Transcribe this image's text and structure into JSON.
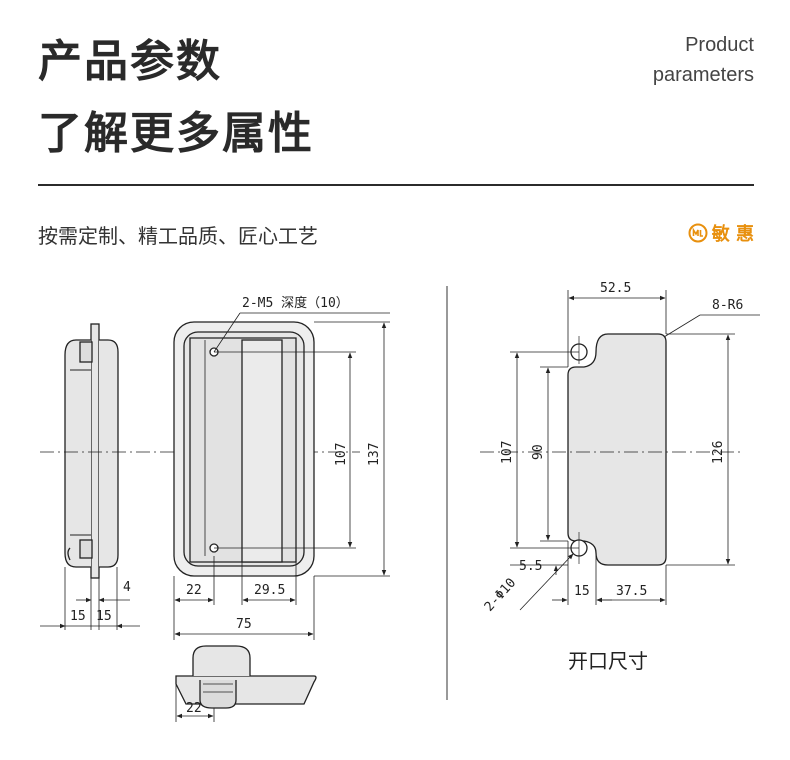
{
  "header": {
    "title_line1": "产品参数",
    "title_line2": "了解更多属性",
    "en_line1": "Product",
    "en_line2": "parameters",
    "subtitle": "按需定制、精工品质、匠心工艺",
    "brand": "敏 惠"
  },
  "drawing": {
    "note_thread": "2-M5 深度（10）",
    "dim_107_front": "107",
    "dim_137": "137",
    "dim_4": "4",
    "dim_15a": "15",
    "dim_15b": "15",
    "dim_22_front": "22",
    "dim_29_5": "29.5",
    "dim_75": "75",
    "dim_22_bottom": "22",
    "dim_52_5": "52.5",
    "note_radius": "8-R6",
    "dim_107_cut": "107",
    "dim_90": "90",
    "dim_126": "126",
    "dim_5_5": "5.5",
    "dim_15_cut": "15",
    "dim_37_5": "37.5",
    "note_hole": "2-Φ10",
    "cutout_caption": "开口尺寸"
  },
  "colors": {
    "brand": "#e8900e",
    "line": "#222222",
    "fill": "#e6e6e6"
  }
}
